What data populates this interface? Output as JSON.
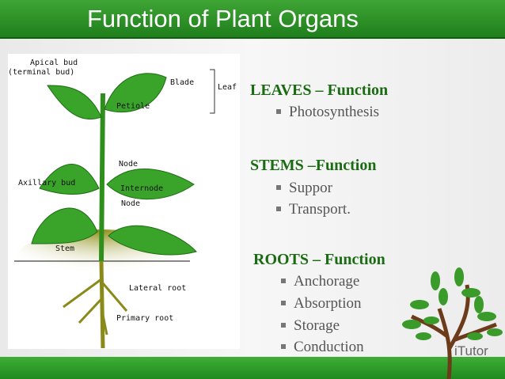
{
  "title": "Function of Plant Organs",
  "diagram": {
    "labels": {
      "apical_bud": "Apical bud",
      "terminal_bud": "(terminal bud)",
      "blade": "Blade",
      "leaf": "Leaf",
      "petiole": "Petiole",
      "node1": "Node",
      "axillary_bud": "Axillary bud",
      "internode": "Internode",
      "node2": "Node",
      "stem": "Stem",
      "lateral_root": "Lateral root",
      "primary_root": "Primary root"
    }
  },
  "sections": [
    {
      "heading": "LEAVES – Function",
      "items": [
        "Photosynthesis"
      ]
    },
    {
      "heading": "STEMS –Function",
      "items": [
        "Suppor",
        "Transport."
      ]
    },
    {
      "heading": "ROOTS – Function",
      "items": [
        "Anchorage",
        "Absorption",
        "Storage",
        "Conduction"
      ]
    }
  ],
  "logo": "iTutor",
  "colors": {
    "header": "#2a922a",
    "heading": "#1a6b12"
  }
}
